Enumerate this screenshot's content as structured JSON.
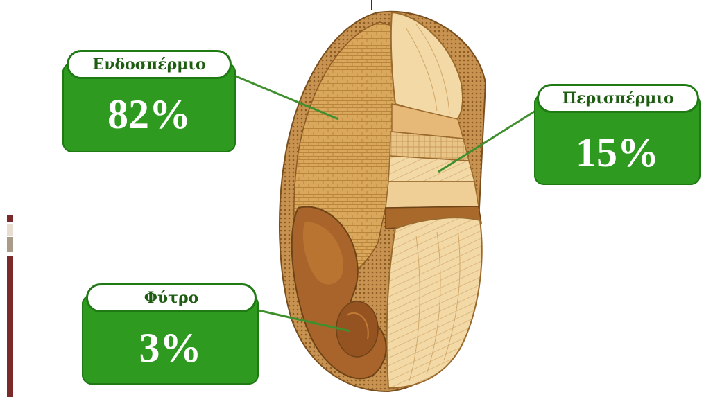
{
  "labels": {
    "endosperm": {
      "title": "Ενδοσπέρμιο",
      "value": "82%"
    },
    "perisperm": {
      "title": "Περισπέρμιο",
      "value": "15%"
    },
    "germ": {
      "title": "Φύτρο",
      "value": "3%"
    }
  },
  "colors": {
    "callout_green": "#2e9a1f",
    "callout_border": "#1f7a14",
    "endosperm_fill": "#d9a85c",
    "husk_fill": "#f3d9a6",
    "germ_fill": "#a8642a",
    "leader_line": "#3f8f2f"
  }
}
